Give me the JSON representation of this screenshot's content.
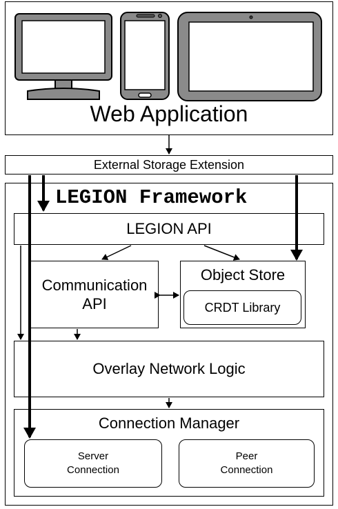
{
  "web_app": {
    "label": "Web Application"
  },
  "devices": {
    "desktop": "desktop-monitor",
    "phone": "smartphone",
    "tablet": "tablet"
  },
  "storage_ext": {
    "label": "External Storage Extension"
  },
  "framework": {
    "title": "LEGION Framework",
    "api": "LEGION API",
    "comm_api": "Communication\nAPI",
    "object_store": "Object Store",
    "crdt": "CRDT Library",
    "overlay": "Overlay Network Logic",
    "conn_mgr": "Connection Manager",
    "server_conn": "Server\nConnection",
    "peer_conn": "Peer\nConnection"
  }
}
